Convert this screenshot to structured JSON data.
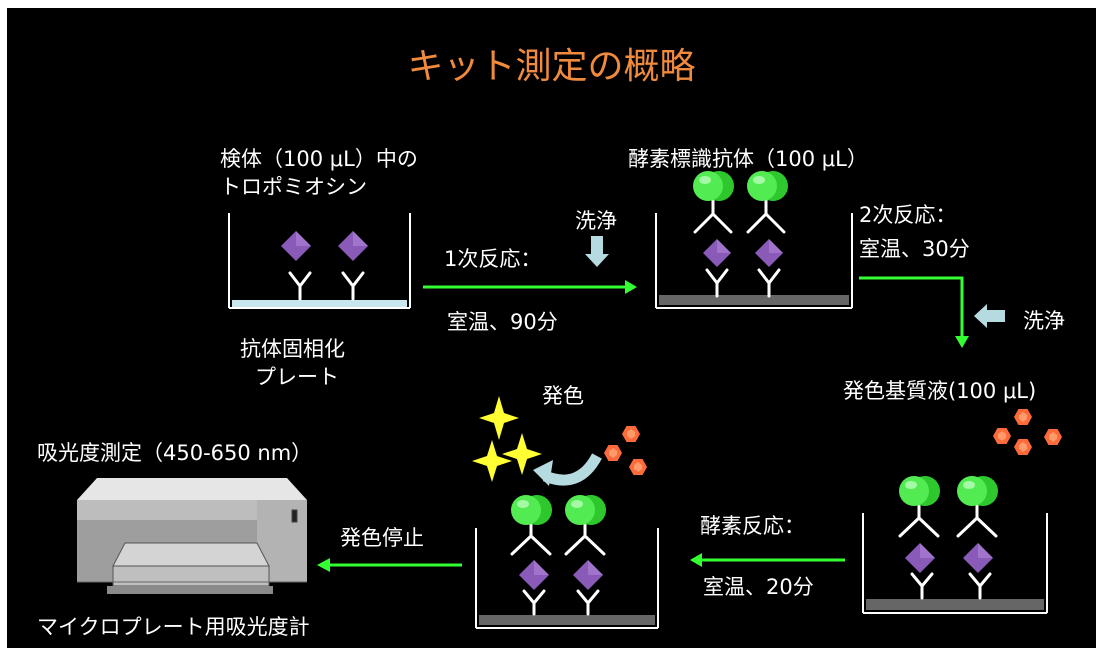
{
  "title": "キット測定の概略",
  "step1": {
    "sample_line1": "検体（100 μL）中の",
    "sample_line2": "トロポミオシン",
    "plate_line1": "抗体固相化",
    "plate_line2": "プレート"
  },
  "reaction1": {
    "label": "1次反応：",
    "condition": "室温、90分",
    "wash": "洗浄"
  },
  "step2": {
    "label": "酵素標識抗体（100 μL）"
  },
  "reaction2": {
    "label": "2次反応：",
    "condition": "室温、30分",
    "wash": "洗浄"
  },
  "step3": {
    "substrate_label": "発色基質液(100 μL)"
  },
  "reaction3": {
    "label": "酵素反応：",
    "condition": "室温、20分"
  },
  "step4": {
    "color_label": "発色",
    "stop_label": "発色停止"
  },
  "reader": {
    "measure_label": "吸光度測定（450-650 nm）",
    "device_label": "マイクロプレート用吸光度計"
  },
  "colors": {
    "background": "#000000",
    "title": "#f08a3c",
    "arrow": "#33ff33",
    "antigen": "#8a5ab8",
    "enzyme": "#3ee03e",
    "substrate": "#ff6a3a",
    "wash_arrow": "#b5dbe0",
    "sparkle": "#ffff33"
  }
}
